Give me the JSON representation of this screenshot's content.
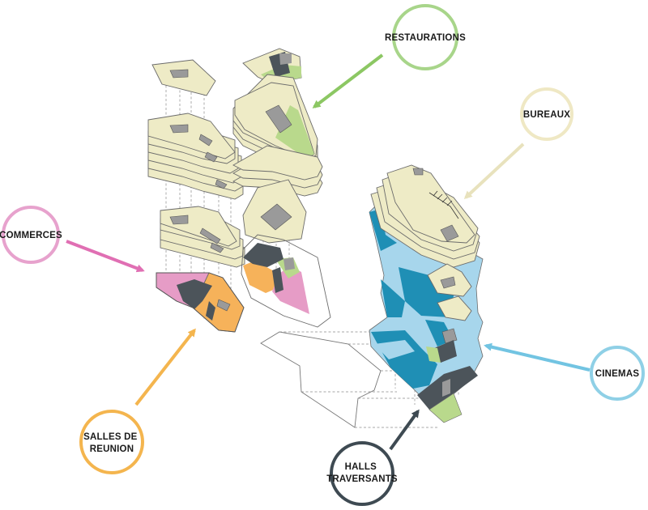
{
  "colors": {
    "bureaux": "#eeebc6",
    "restaurations": "#b9d98c",
    "commerces": "#e69cc6",
    "salles_de_reunion": "#f6b25a",
    "cinemas_light": "#a7d6ec",
    "cinemas_dark": "#1f8fb5",
    "halls_traversants": "#4c545a",
    "core": "#9a9a9a"
  },
  "callouts": [
    {
      "id": "restaurations",
      "lines": [
        "RESTAURATIONS"
      ],
      "color": "#a8d58a",
      "arrow_color": "#8cc763"
    },
    {
      "id": "bureaux",
      "lines": [
        "BUREAUX"
      ],
      "color": "#efe8c4",
      "arrow_color": "#e8e2bd"
    },
    {
      "id": "commerces",
      "lines": [
        "COMMERCES"
      ],
      "color": "#e7a2cd",
      "arrow_color": "#e06fb3"
    },
    {
      "id": "cinemas",
      "lines": [
        "CINEMAS"
      ],
      "color": "#8fd0e6",
      "arrow_color": "#72c4e2"
    },
    {
      "id": "salles",
      "lines": [
        "SALLES DE",
        "REUNION"
      ],
      "color": "#f4b54e",
      "arrow_color": "#f4b54e"
    },
    {
      "id": "halls",
      "lines": [
        "HALLS",
        "TRAVERSANTS"
      ],
      "color": "#3e4a52",
      "arrow_color": "#3e4a52"
    }
  ]
}
